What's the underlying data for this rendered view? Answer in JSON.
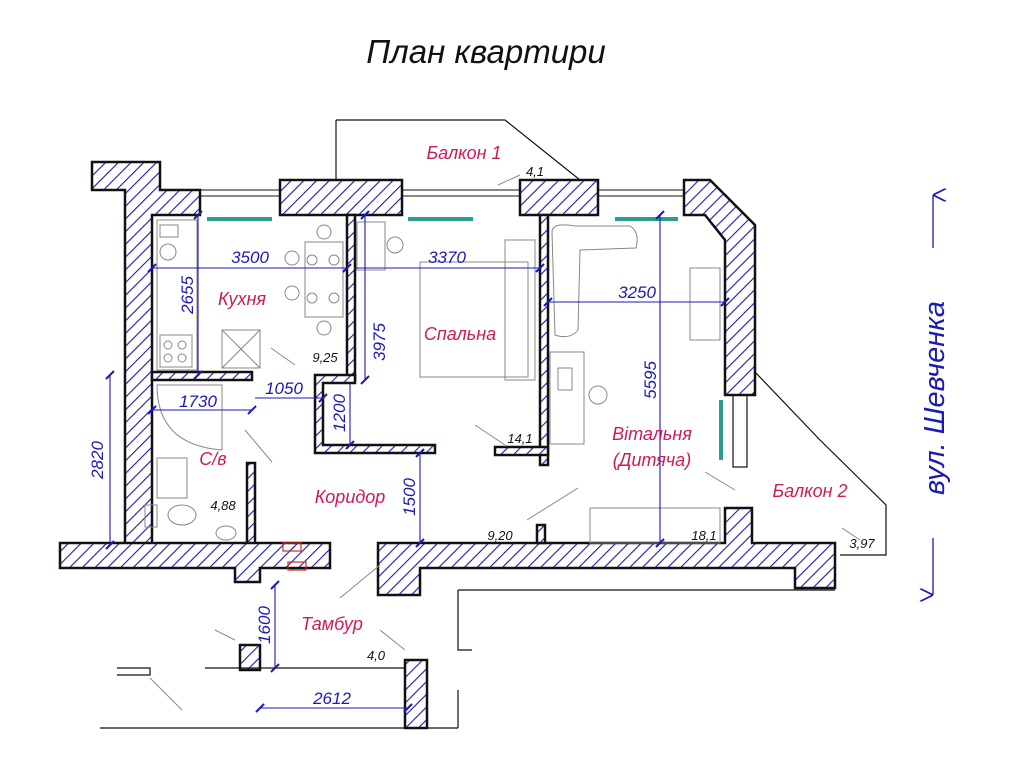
{
  "title": "План квартири",
  "colors": {
    "room_label": "#cc1b5a",
    "dimension": "#1a1ab4",
    "wall_hatch": "#1a1ab4",
    "window": "#2a9d8f"
  },
  "rooms": {
    "balcony1": "Балкон 1",
    "kitchen": "Кухня",
    "bedroom": "Спальна",
    "living1": "Вітальня",
    "living2": "(Дитяча)",
    "bathroom": "С/в",
    "corridor": "Коридор",
    "balcony2": "Балкон 2",
    "vestibule": "Тамбур"
  },
  "areas": {
    "balcony1": "4,1",
    "kitchen": "9,25",
    "bedroom": "14,1",
    "bathroom": "4,88",
    "corridor": "9,20",
    "living": "18,1",
    "balcony2": "3,97",
    "vestibule": "4,0"
  },
  "dimensions": {
    "kitchen_width": "3500",
    "kitchen_depth": "2655",
    "bedroom_width": "3370",
    "bedroom_depth": "3975",
    "living_width": "3250",
    "living_depth": "5595",
    "bath_width": "1730",
    "bath_depth": "2820",
    "niche": "1050",
    "wall_seg": "1200",
    "corridor_depth": "1500",
    "vestibule_depth": "1600",
    "vestibule_width": "2612"
  },
  "street": "вул. Шевченка"
}
